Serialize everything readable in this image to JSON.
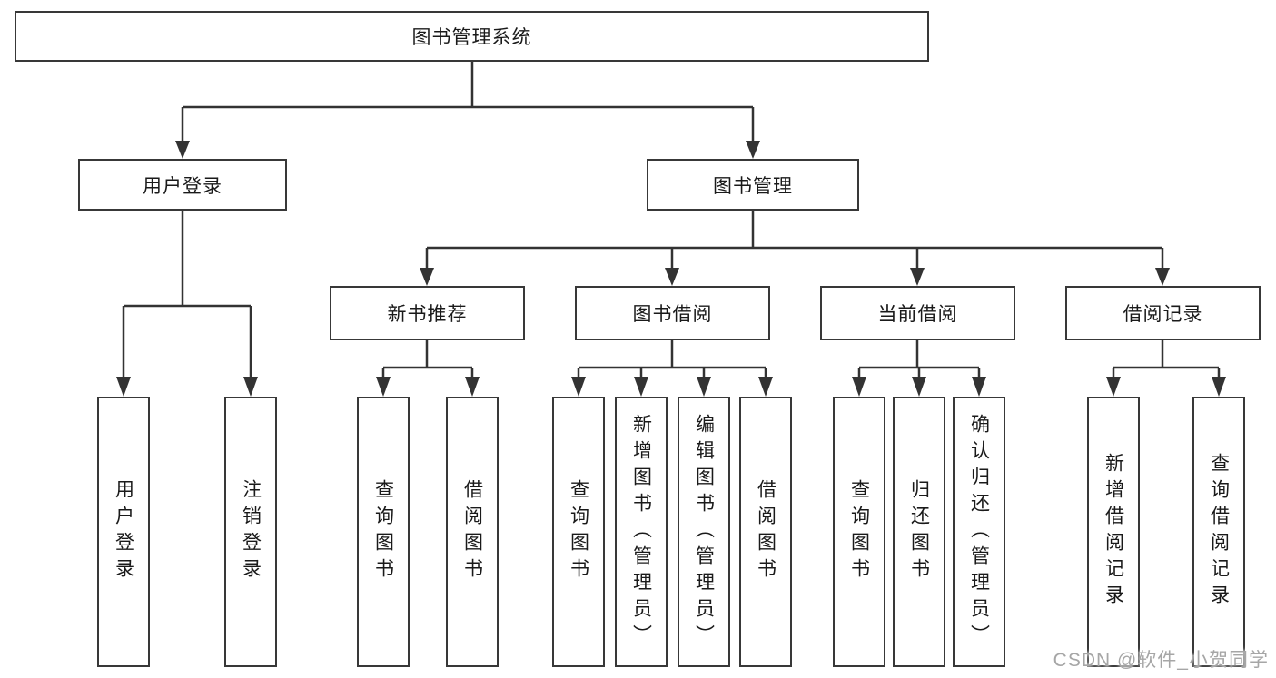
{
  "diagram": {
    "root": {
      "label": "图书管理系统"
    },
    "branches": [
      {
        "label": "用户登录",
        "children": [
          {
            "label": "用户登录"
          },
          {
            "label": "注销登录"
          }
        ]
      },
      {
        "label": "图书管理",
        "children": [
          {
            "label": "新书推荐",
            "children": [
              {
                "label": "查询图书"
              },
              {
                "label": "借阅图书"
              }
            ]
          },
          {
            "label": "图书借阅",
            "children": [
              {
                "label": "查询图书"
              },
              {
                "label": "新增图书（管理员）"
              },
              {
                "label": "编辑图书（管理员）"
              },
              {
                "label": "借阅图书"
              }
            ]
          },
          {
            "label": "当前借阅",
            "children": [
              {
                "label": "查询图书"
              },
              {
                "label": "归还图书"
              },
              {
                "label": "确认归还（管理员）"
              }
            ]
          },
          {
            "label": "借阅记录",
            "children": [
              {
                "label": "新增借阅记录"
              },
              {
                "label": "查询借阅记录"
              }
            ]
          }
        ]
      }
    ],
    "watermark": "CSDN @软件_小贺同学",
    "colors": {
      "line": "#333333",
      "border": "#383838",
      "text": "#1a1a1a",
      "watermark": "#a6a6a6",
      "background": "#ffffff"
    }
  }
}
